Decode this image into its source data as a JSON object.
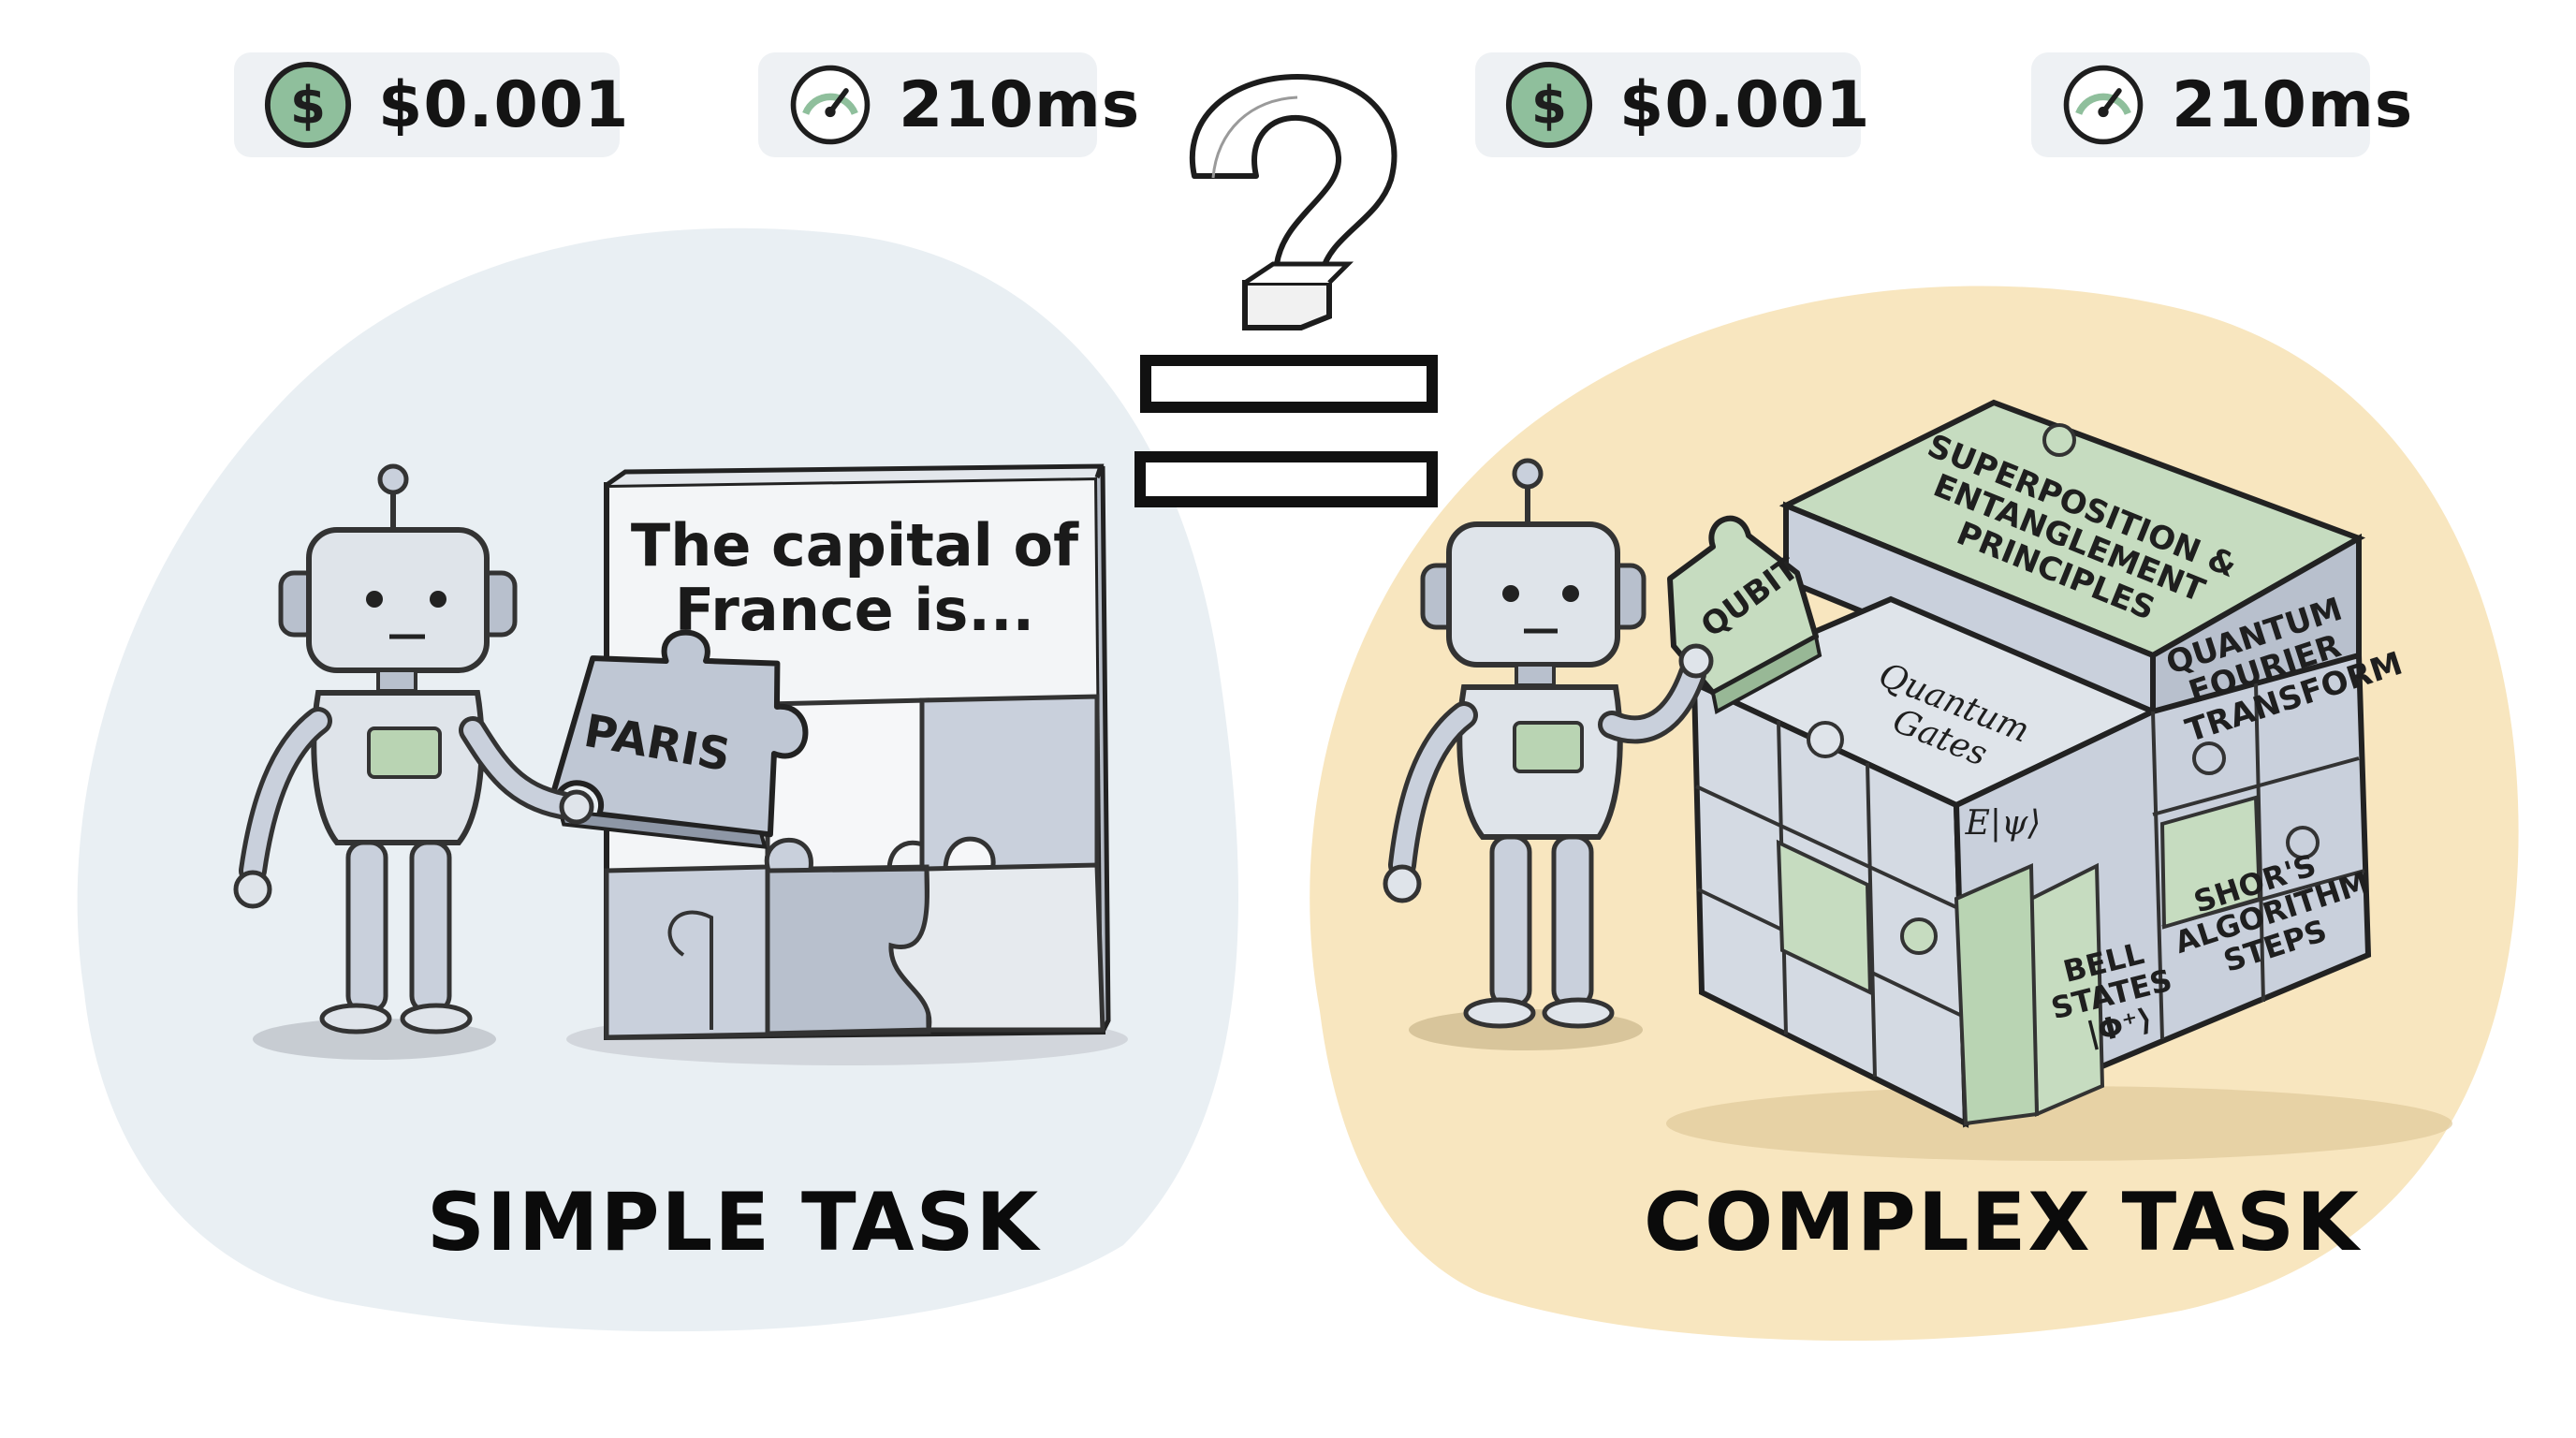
{
  "metrics": {
    "left_cost": "$0.001",
    "left_latency": "210ms",
    "right_cost": "$0.001",
    "right_latency": "210ms"
  },
  "icons": {
    "cost": "dollar-coin-icon",
    "latency": "speedometer-icon",
    "comparison": "question-mark-icon",
    "equals": "equals-sign-icon",
    "robot": "robot-icon"
  },
  "simple": {
    "label": "SIMPLE TASK",
    "board_text_line1": "The capital of",
    "board_text_line2": "France is...",
    "piece_text": "PARIS"
  },
  "complex": {
    "label": "COMPLEX TASK",
    "top_face": "SUPERPOSITION & ENTANGLEMENT PRINCIPLES",
    "side_upper": "QUANTUM FOURIER TRANSFORM",
    "side_lower": "SHOR'S ALGORITHM STEPS",
    "front_upper": "Quantum Gates",
    "front_formula": "E|ψ⟩",
    "front_lower": "BELL STATES |Φ⁺⟩",
    "piece_text": "QUBIT"
  },
  "colors": {
    "simple_bg": "#e9eff3",
    "complex_bg": "#f8e6bf",
    "slate_tile": "#c9d0dc",
    "green_tile": "#c6dcc0",
    "coin_green": "#8fbf9c",
    "pill_bg": "#eef1f4"
  }
}
